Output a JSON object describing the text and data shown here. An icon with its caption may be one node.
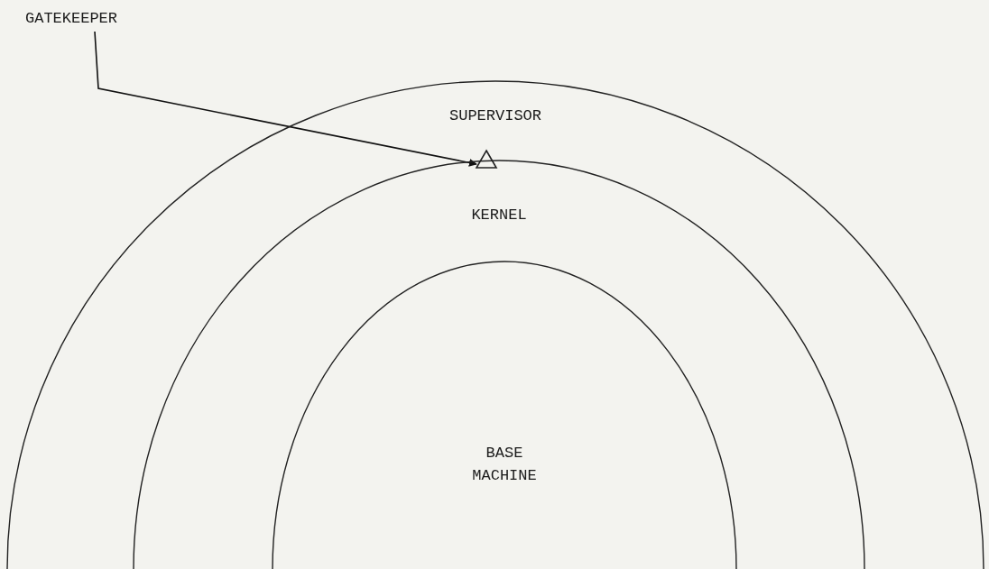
{
  "diagram": {
    "nodes": [
      {
        "text": [
          "SUPERVISOR"
        ]
      },
      {
        "text": [
          "KERNEL"
        ],
        "in": 0
      },
      {
        "text": [
          "BASE MACHINE"
        ],
        "in": 1
      },
      {
        "text": [
          "GATEKEEPER"
        ]
      },
      {
        "text": [],
        "shape": "triangle",
        "in": 0
      }
    ],
    "edges": [
      {
        "from": 3,
        "to": 4,
        "arrow": "to"
      }
    ]
  }
}
